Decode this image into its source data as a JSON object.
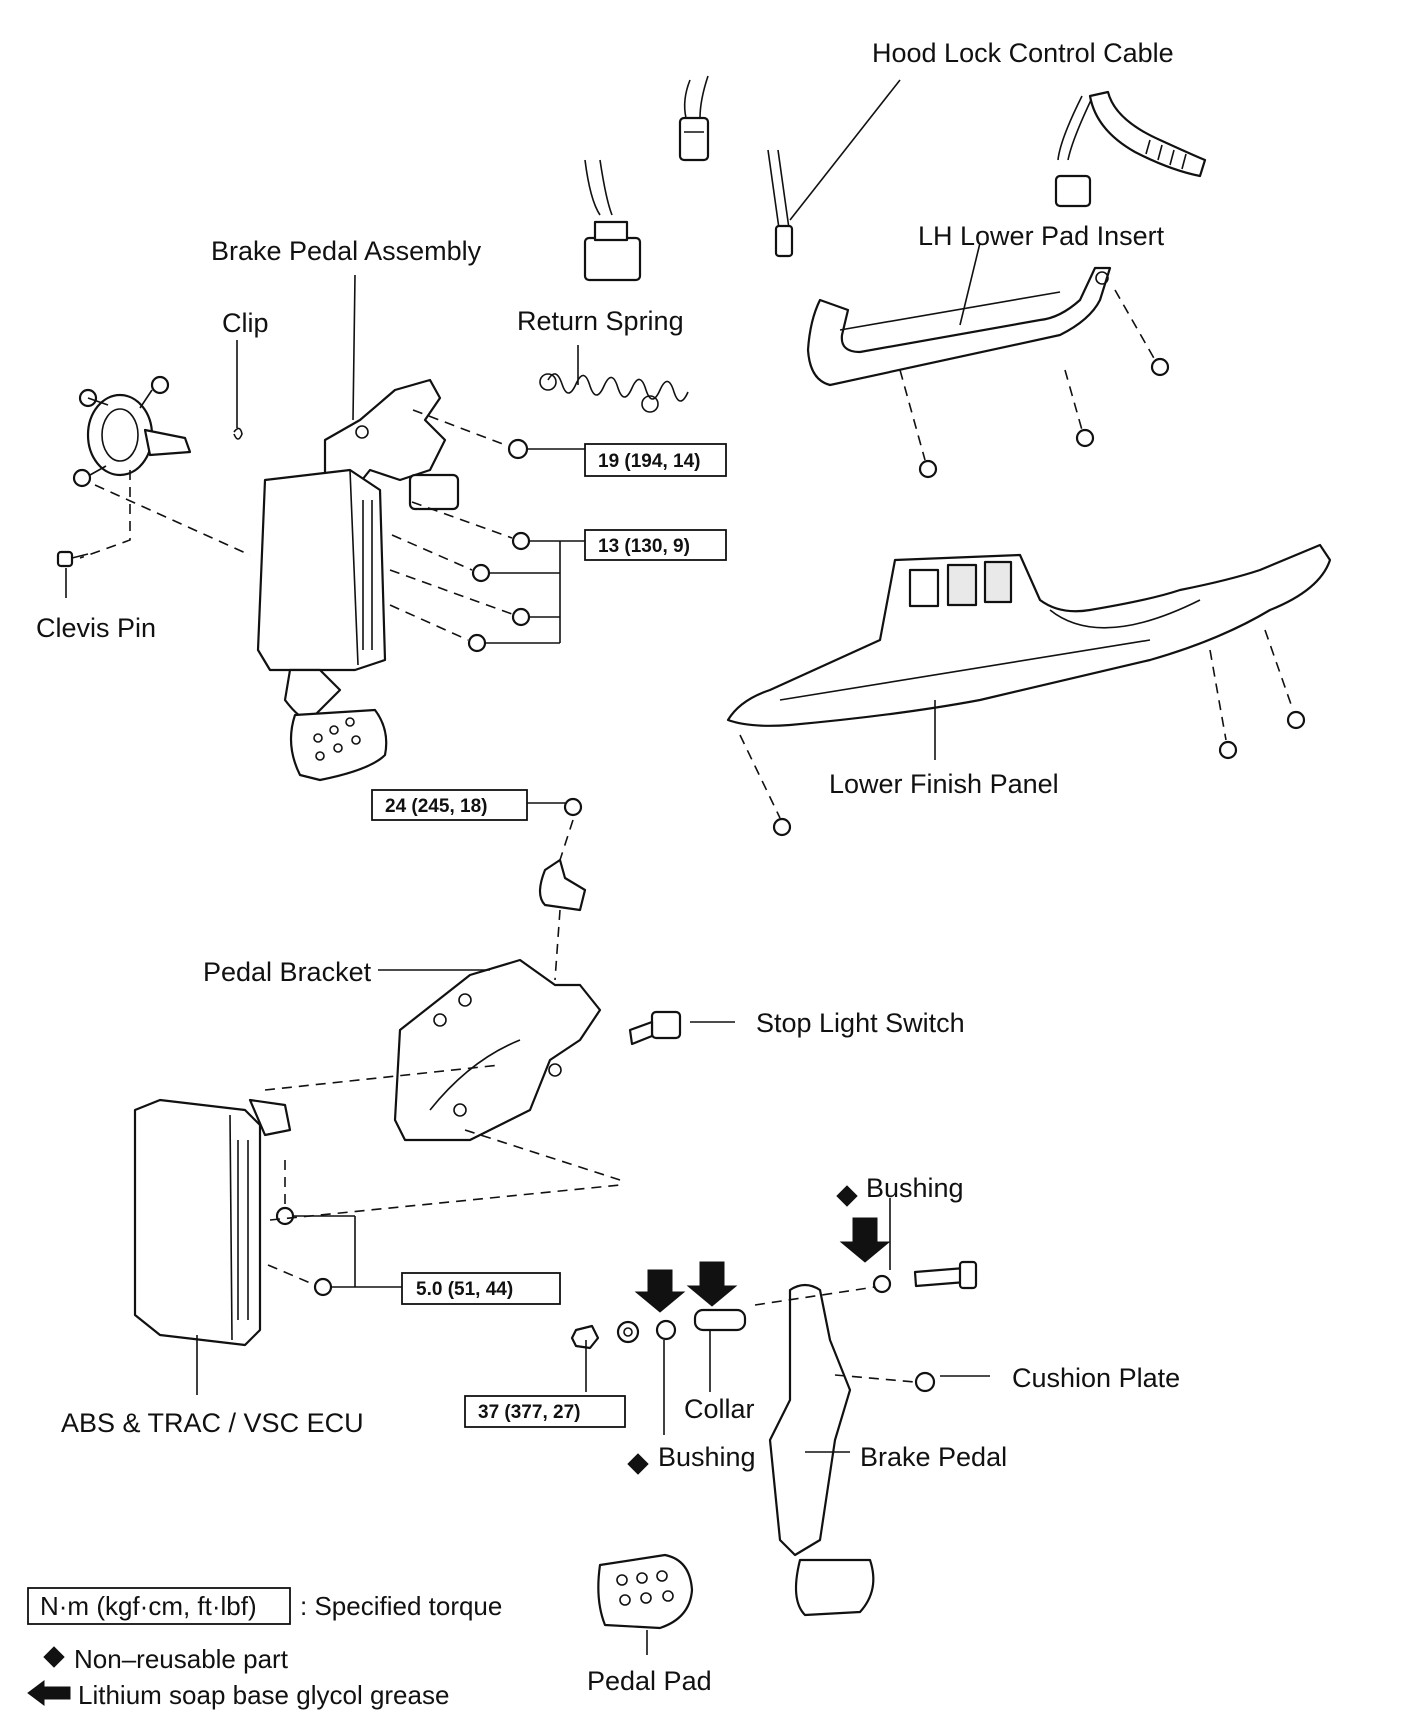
{
  "labels": {
    "hood_lock_control_cable": "Hood Lock Control Cable",
    "brake_pedal_assembly": "Brake Pedal Assembly",
    "lh_lower_pad_insert": "LH Lower Pad Insert",
    "clip": "Clip",
    "return_spring": "Return Spring",
    "clevis_pin": "Clevis Pin",
    "lower_finish_panel": "Lower Finish Panel",
    "pedal_bracket": "Pedal Bracket",
    "stop_light_switch": "Stop Light Switch",
    "bushing_upper": "Bushing",
    "cushion_plate": "Cushion Plate",
    "collar": "Collar",
    "abs_trac_vsc_ecu": "ABS & TRAC / VSC ECU",
    "bushing_lower": "Bushing",
    "brake_pedal": "Brake Pedal",
    "pedal_pad": "Pedal Pad"
  },
  "torque": {
    "bracket_bolt": "19 (194, 14)",
    "ecu_nuts": "13 (130, 9)",
    "pedal_bracket_bolt": "24 (245, 18)",
    "abs_ecu_bolts": "5.0 (51, 44)",
    "pedal_nut": "37 (377, 27)"
  },
  "legend": {
    "unit_box": "N·m (kgf·cm, ft·lbf)",
    "unit_desc": ": Specified torque",
    "non_reusable": "Non–reusable part",
    "grease": "Lithium soap base glycol grease"
  }
}
